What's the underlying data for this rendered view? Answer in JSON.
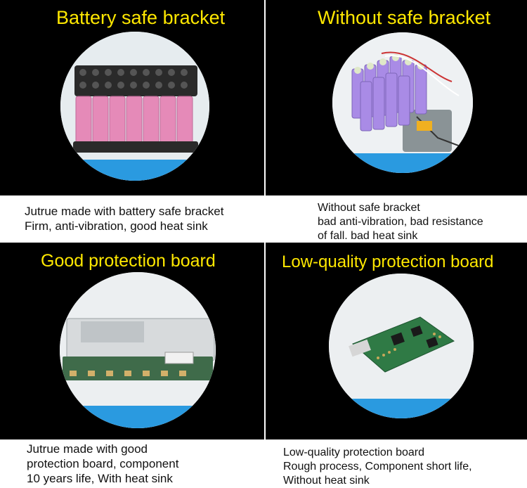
{
  "panels": {
    "top_left": {
      "title": "Battery safe bracket",
      "caption": [
        "Jutrue made with battery safe bracket",
        "Firm, anti-vibration, good heat sink"
      ],
      "image_icon": "battery-pack-with-bracket-image"
    },
    "top_right": {
      "title": "Without safe bracket",
      "caption": [
        "Without safe bracket",
        "bad anti-vibration,  bad resistance",
        "of fall, bad heat sink"
      ],
      "image_icon": "battery-pack-without-bracket-image"
    },
    "bottom_left": {
      "title": "Good protection board",
      "caption": [
        "Jutrue made with good",
        "protection board, component",
        "10 years life, With heat sink"
      ],
      "image_icon": "good-protection-board-image"
    },
    "bottom_right": {
      "title": "Low-quality protection board",
      "caption": [
        "Low-quality protection board",
        "Rough process, Component short life,",
        "Without heat sink"
      ],
      "image_icon": "low-quality-board-image"
    }
  },
  "colors": {
    "panel_bg": "#000000",
    "title": "#ffe800",
    "circle_band": "#2a9ae0",
    "cell_pink": "#e58ab8",
    "cell_purple": "#a98be6"
  }
}
